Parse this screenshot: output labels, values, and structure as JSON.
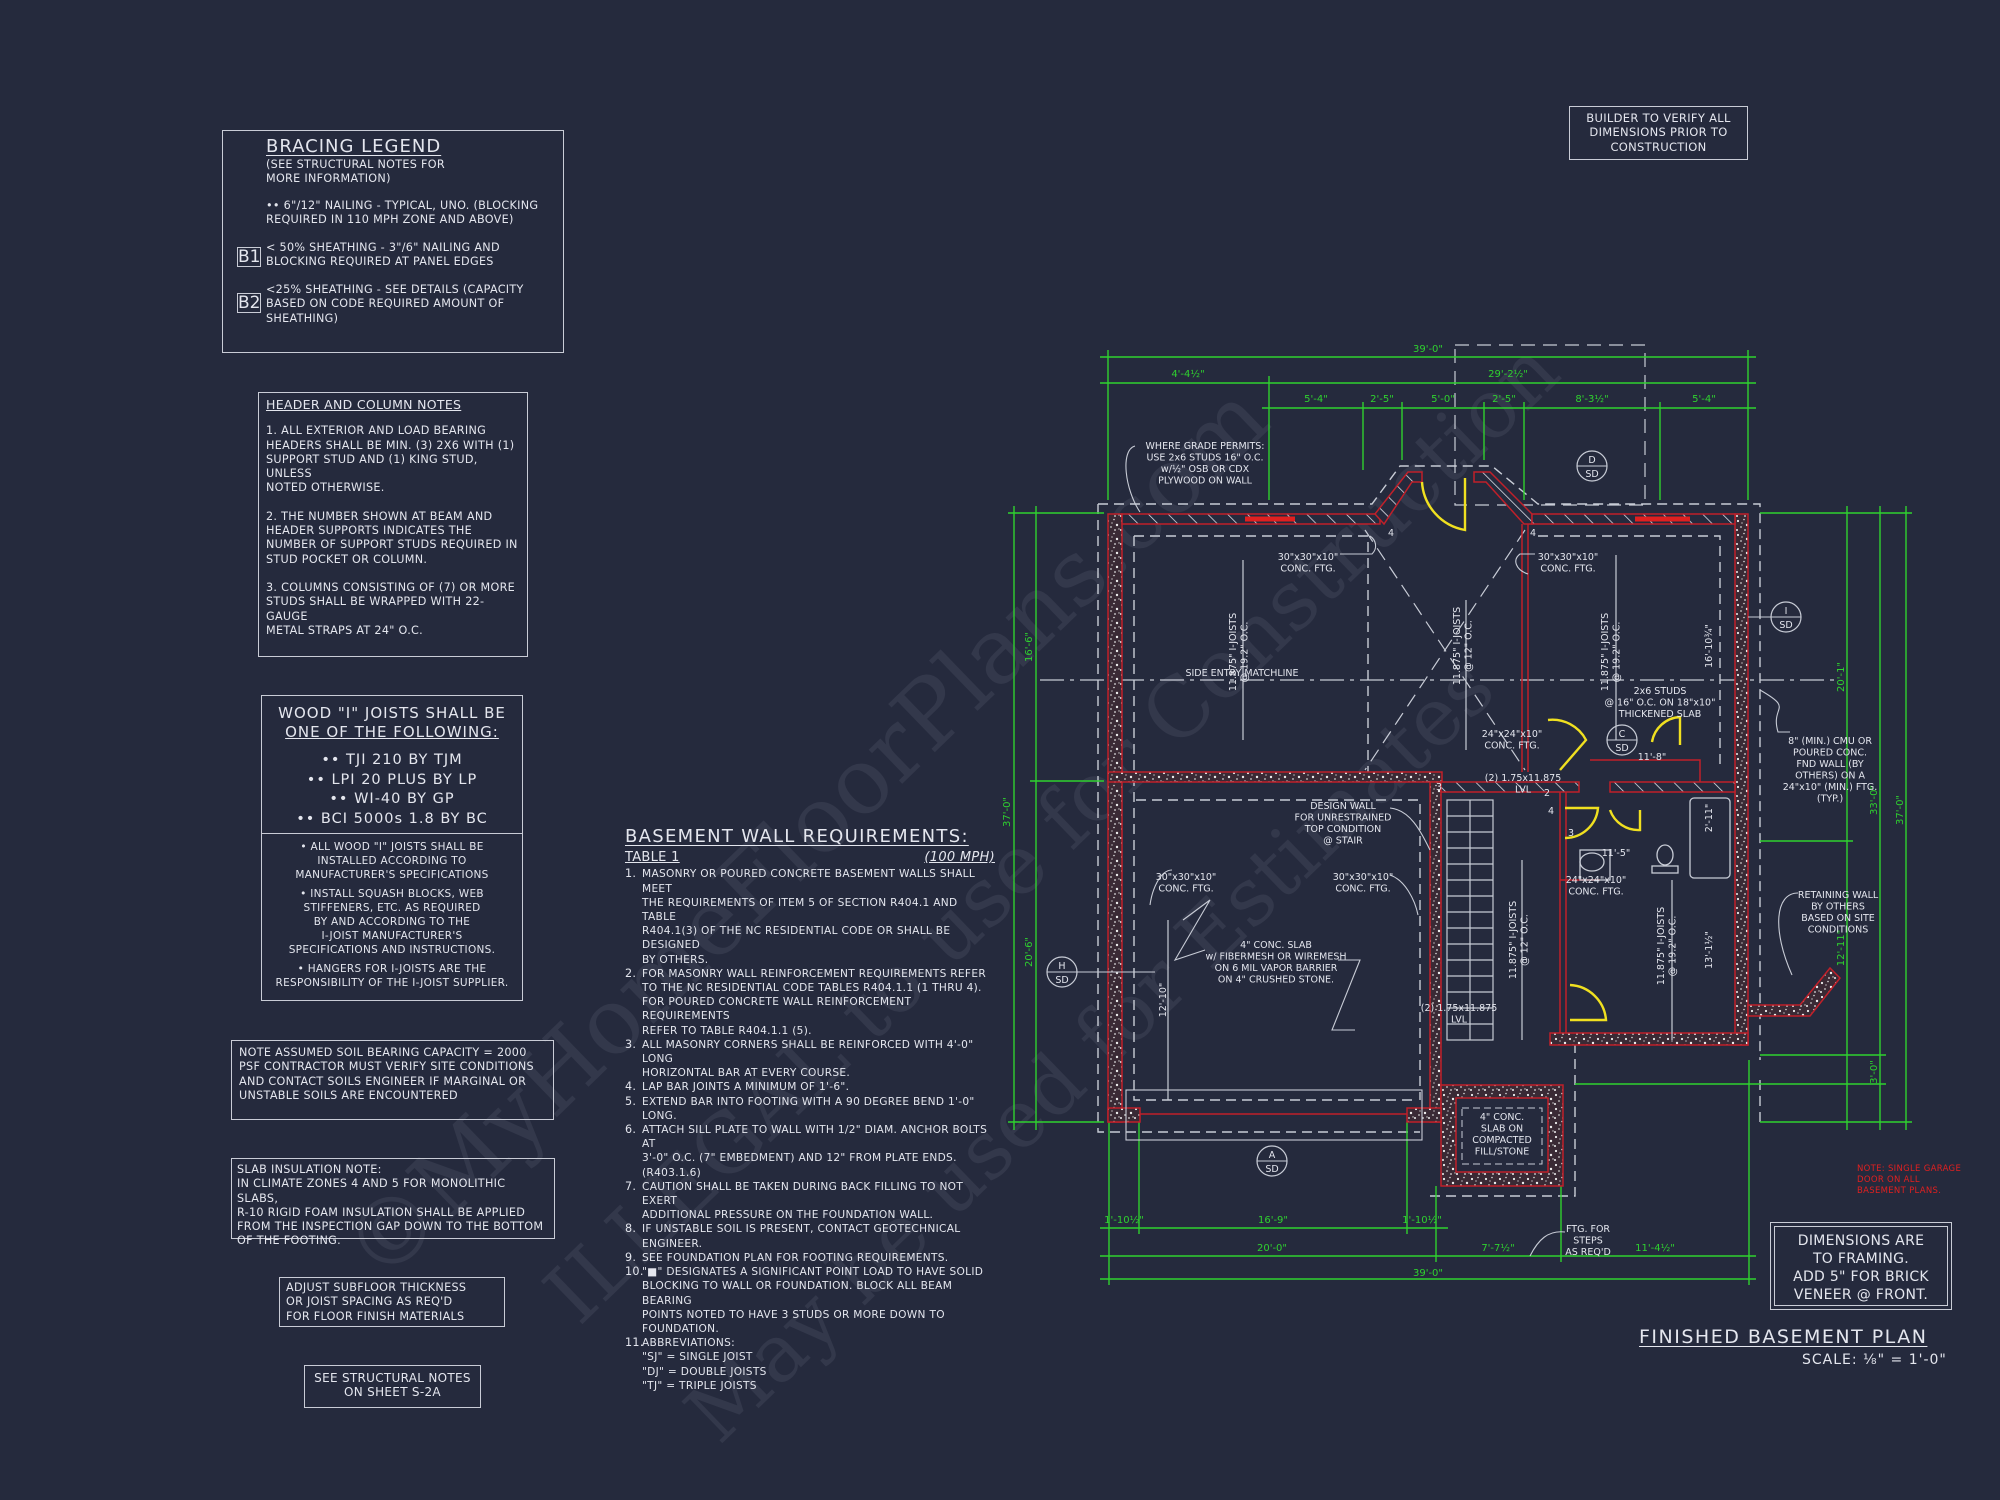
{
  "watermark": {
    "line1": "©MyHomeFloorPlans.com",
    "line2": "ILLEGAL to use for Construction",
    "line3": "May be used for Estimates"
  },
  "bracing_legend": {
    "title": "BRACING LEGEND",
    "subtitle": "(SEE STRUCTURAL NOTES FOR\nMORE INFORMATION)",
    "typical": "•• 6\"/12\" NAILING - TYPICAL, UNO. (BLOCKING\nREQUIRED IN 110 MPH ZONE AND ABOVE)",
    "b1_tag": "B1",
    "b1_text": "< 50% SHEATHING - 3\"/6\" NAILING AND\nBLOCKING REQUIRED AT PANEL EDGES",
    "b2_tag": "B2",
    "b2_text": "<25% SHEATHING - SEE DETAILS (CAPACITY\nBASED ON CODE REQUIRED AMOUNT OF\nSHEATHING)"
  },
  "header_notes": {
    "title": "HEADER AND COLUMN NOTES",
    "items": [
      "1. ALL EXTERIOR AND LOAD BEARING\nHEADERS SHALL BE MIN. (3) 2x6 WITH (1)\nSUPPORT STUD AND (1) KING STUD, UNLESS\nNOTED OTHERWISE.",
      "2. THE NUMBER SHOWN AT BEAM AND\nHEADER SUPPORTS INDICATES THE\nNUMBER OF SUPPORT STUDS REQUIRED IN\nSTUD POCKET OR COLUMN.",
      "3. COLUMNS CONSISTING OF (7) OR MORE\nSTUDS SHALL BE WRAPPED WITH 22-GAUGE\nMETAL STRAPS AT 24\" O.C."
    ]
  },
  "joists": {
    "title_line1": "WOOD \"I\" JOISTS SHALL BE",
    "title_line2": "ONE OF THE FOLLOWING:",
    "options": [
      "•• TJI 210 BY TJM",
      "•• LPI 20 PLUS BY LP",
      "•• WI-40 BY GP",
      "•• BCI 5000s 1.8 BY BC"
    ],
    "notes": [
      "• ALL WOOD \"I\" JOISTS SHALL BE\nINSTALLED ACCORDING TO\nMANUFACTURER'S SPECIFICATIONS",
      "• INSTALL SQUASH BLOCKS, WEB\nSTIFFENERS, ETC. AS REQUIRED\nBY AND ACCORDING TO THE\nI-JOIST MANUFACTURER'S\nSPECIFICATIONS AND INSTRUCTIONS.",
      "• HANGERS FOR I-JOISTS ARE THE\nRESPONSIBILITY OF THE I-JOIST SUPPLIER."
    ]
  },
  "soil_note": "NOTE ASSUMED SOIL BEARING CAPACITY = 2000\nPSF CONTRACTOR MUST VERIFY SITE CONDITIONS\nAND CONTACT SOILS ENGINEER IF MARGINAL OR\nUNSTABLE SOILS ARE ENCOUNTERED",
  "slab_note": "SLAB INSULATION NOTE:\nIN CLIMATE ZONES 4 AND 5 FOR MONOLITHIC SLABS,\nR-10 RIGID FOAM INSULATION SHALL BE APPLIED\nFROM THE INSPECTION GAP DOWN TO THE BOTTOM\nOF THE FOOTING.",
  "subfloor_note": "ADJUST SUBFLOOR THICKNESS\nOR JOIST SPACING AS REQ'D\nFOR FLOOR FINISH MATERIALS",
  "structural_ref": "SEE STRUCTURAL NOTES\nON SHEET S-2a",
  "basement_wall": {
    "title": "BASEMENT WALL REQUIREMENTS:",
    "table": "TABLE 1",
    "wind": "(100 MPH)",
    "items": [
      {
        "n": "1.",
        "text": "MASONRY OR POURED CONCRETE BASEMENT WALLS SHALL MEET\nTHE REQUIREMENTS OF ITEM 5 OF SECTION R404.1 AND TABLE\nR404.1(3) OF THE NC RESIDENTIAL CODE OR SHALL BE DESIGNED\nBY OTHERS."
      },
      {
        "n": "2.",
        "text": "FOR MASONRY WALL REINFORCEMENT REQUIREMENTS REFER\nTO THE NC RESIDENTIAL CODE TABLES R404.1.1 (1 THRU 4).\nFOR POURED CONCRETE WALL REINFORCEMENT REQUIREMENTS\nREFER TO TABLE R404.1.1 (5)."
      },
      {
        "n": "3.",
        "text": "ALL MASONRY CORNERS SHALL BE REINFORCED WITH 4'-0\" LONG\nHORIZONTAL BAR AT EVERY COURSE."
      },
      {
        "n": "4.",
        "text": "LAP BAR JOINTS A MINIMUM OF 1'-6\"."
      },
      {
        "n": "5.",
        "text": "EXTEND BAR INTO FOOTING WITH A 90 DEGREE BEND 1'-0\" LONG."
      },
      {
        "n": "6.",
        "text": "ATTACH SILL PLATE TO WALL WITH 1/2\" DIAM. ANCHOR BOLTS AT\n3'-0\" O.C. (7\" EMBEDMENT) AND 12\" FROM PLATE ENDS. (R403.1.6)"
      },
      {
        "n": "7.",
        "text": "CAUTION SHALL BE TAKEN DURING BACK FILLING TO NOT EXERT\nADDITIONAL PRESSURE ON THE FOUNDATION WALL."
      },
      {
        "n": "8.",
        "text": "IF UNSTABLE SOIL IS PRESENT, CONTACT GEOTECHNICAL ENGINEER."
      },
      {
        "n": "9.",
        "text": "SEE FOUNDATION PLAN FOR FOOTING REQUIREMENTS."
      },
      {
        "n": "10.",
        "text": "\"■\" DESIGNATES A SIGNIFICANT POINT LOAD TO HAVE SOLID\nBLOCKING TO WALL OR FOUNDATION.  BLOCK ALL BEAM BEARING\nPOINTS NOTED TO HAVE 3 STUDS OR MORE DOWN TO FOUNDATION."
      },
      {
        "n": "11.",
        "text": "ABBREVIATIONS:\n\"SJ\" = SINGLE JOIST\n\"DJ\" = DOUBLE JOISTS\n\"TJ\" = TRIPLE JOISTS"
      }
    ]
  },
  "builder_note": "BUILDER TO VERIFY ALL\nDIMENSIONS PRIOR TO\nCONSTRUCTION",
  "garage_note": "NOTE: SINGLE GARAGE\nDOOR ON ALL\nBASEMENT PLANS.",
  "framing_note": "DIMENSIONS ARE\nTO FRAMING.\nADD 5\" FOR BRICK\nVENEER @ FRONT.",
  "plan_title": "FINISHED BASEMENT PLAN",
  "plan_scale": "SCALE: ⅛\" = 1'-0\"",
  "colors": {
    "background": "#252a3d",
    "dimension": "#2fd12f",
    "wall": "#c0202a",
    "door": "#f0e020",
    "text": "#e4e6ee"
  },
  "dimensions": {
    "top_overall": "39'-0\"",
    "top_left": "4'-4½\"",
    "top_right": "29'-2½\"",
    "top_segments": [
      "5'-4\"",
      "2'-5\"",
      "5'-0\"",
      "2'-5\"",
      "8'-3½\"",
      "5'-4\""
    ],
    "bottom_segments": [
      "1'-10½\"",
      "16'-9\"",
      "1'-10½\""
    ],
    "bottom_mid": [
      "20'-0\"",
      "7'-7½\"",
      "11'-4½\""
    ],
    "bottom_overall": "39'-0\"",
    "left_segments": [
      "16'-6\"",
      "20'-6\""
    ],
    "left_overall": "37'-0\"",
    "right_segments": [
      "20'-1\"",
      "12'-11\"",
      "3'-0\""
    ],
    "right_mid": "33'-0\"",
    "right_overall": "37'-0\""
  },
  "plan_labels": {
    "grade_permits": "WHERE GRADE PERMITS:\nUSE 2x6 STUDS 16\" O.C.\nw/½\" OSB OR CDX\nPLYWOOD ON WALL",
    "ftg_30_a": [
      "30\"x30\"x10\"",
      "CONC. FTG."
    ],
    "ftg_30_b": [
      "30\"x30\"x10\"",
      "CONC. FTG."
    ],
    "ftg_30_c": [
      "30\"x30\"x10\"",
      "CONC. FTG."
    ],
    "ftg_30_d": [
      "30\"x30\"x10\"",
      "CONC. FTG."
    ],
    "ftg_24_a": [
      "24\"x24\"x10\"",
      "CONC. FTG."
    ],
    "ftg_24_b": [
      "24\"x24\"x10\"",
      "CONC. FTG."
    ],
    "joists_1": [
      "11.875\" I-JOISTS",
      "@ 19.2\" O.C."
    ],
    "joists_2": [
      "11.875\" I-JOISTS",
      "@ 12\" O.C."
    ],
    "joists_3": [
      "11.875\" I-JOISTS",
      "@ 19.2\" O.C."
    ],
    "joists_4": [
      "11.875\" I-JOISTS",
      "@ 12\" O.C."
    ],
    "joists_5": [
      "11.875\" I-JOISTS",
      "@ 19.2\" O.C."
    ],
    "room_dim_1": "16'-10¾\"",
    "room_dim_2": "12'-10\"",
    "room_dim_3": "13'-1½\"",
    "room_dim_4": "11'-8\"",
    "room_dim_5": "11'-5\"",
    "room_dim_6": "2'-11\"",
    "matchline": "SIDE ENTRY MATCHLINE",
    "thickened_slab": [
      "2x6 STUDS",
      "@ 16\" O.C. ON 18\"x10\"",
      "THICKENED SLAB"
    ],
    "lvl_1": [
      "(2) 1.75x11.875",
      "LVL"
    ],
    "lvl_2": [
      "(2) 1.75x11.875",
      "LVL"
    ],
    "design_wall": [
      "DESIGN WALL",
      "FOR UNRESTRAINED",
      "TOP CONDITION",
      "@ STAIR"
    ],
    "slab": [
      "4\" CONC. SLAB",
      "w/ FIBERMESH OR WIREMESH",
      "ON 6 MIL VAPOR BARRIER",
      "ON 4\" CRUSHED STONE."
    ],
    "porch_slab": [
      "4\" CONC.",
      "SLAB ON",
      "COMPACTED",
      "FILL/STONE"
    ],
    "steps_ftg": [
      "FTG. FOR",
      "STEPS",
      "AS REQ'D"
    ],
    "cmu_wall": [
      "8\" (MIN.) CMU OR",
      "POURED CONC.",
      "FND WALL (BY",
      "OTHERS) ON A",
      "24\"x10\" (MIN.) FTG.",
      "(TYP.)"
    ],
    "retaining": [
      "RETAINING WALL",
      "BY OTHERS",
      "BASED ON SITE",
      "CONDITIONS"
    ],
    "post_counts": [
      "4",
      "4",
      "2",
      "4",
      "3",
      "3"
    ]
  },
  "section_marks": [
    {
      "top": "D",
      "bottom": "SD"
    },
    {
      "top": "I",
      "bottom": "SD"
    },
    {
      "top": "C",
      "bottom": "SD"
    },
    {
      "top": "H",
      "bottom": "SD"
    },
    {
      "top": "A",
      "bottom": "SD"
    }
  ]
}
